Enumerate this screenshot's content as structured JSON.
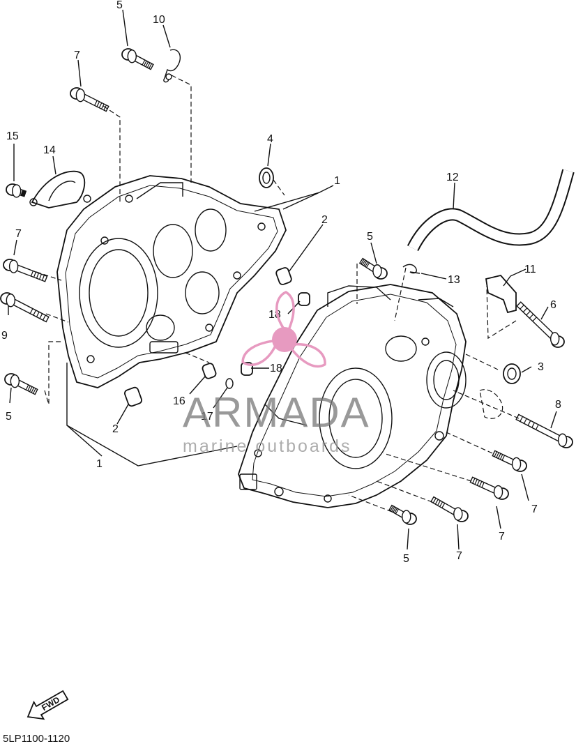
{
  "document_code": "5LP1100-1120",
  "watermark": {
    "brand": "ARMADA",
    "tagline": "marine outboards",
    "logo_icon": "propeller-icon",
    "brand_color": "#e79ac0"
  },
  "fwd_arrow": {
    "label": "FWD",
    "icon": "fwd-arrow-icon"
  },
  "callouts": [
    {
      "id": "c5-top",
      "text": "5"
    },
    {
      "id": "c10",
      "text": "10"
    },
    {
      "id": "c7-top",
      "text": "7"
    },
    {
      "id": "c15",
      "text": "15"
    },
    {
      "id": "c14",
      "text": "14"
    },
    {
      "id": "c4",
      "text": "4"
    },
    {
      "id": "c1-top",
      "text": "1"
    },
    {
      "id": "c12",
      "text": "12"
    },
    {
      "id": "c2-right",
      "text": "2"
    },
    {
      "id": "c7-left",
      "text": "7"
    },
    {
      "id": "c5-mid",
      "text": "5"
    },
    {
      "id": "c13",
      "text": "13"
    },
    {
      "id": "c11",
      "text": "11"
    },
    {
      "id": "c18-top",
      "text": "18"
    },
    {
      "id": "c6",
      "text": "6"
    },
    {
      "id": "c9",
      "text": "9"
    },
    {
      "id": "c18-bottom",
      "text": "18"
    },
    {
      "id": "c3",
      "text": "3"
    },
    {
      "id": "c5-left",
      "text": "5"
    },
    {
      "id": "c16",
      "text": "16"
    },
    {
      "id": "c17",
      "text": "17"
    },
    {
      "id": "c8",
      "text": "8"
    },
    {
      "id": "c2-left",
      "text": "2"
    },
    {
      "id": "c1-bottom",
      "text": "1"
    },
    {
      "id": "c7-r1",
      "text": "7"
    },
    {
      "id": "c7-r2",
      "text": "7"
    },
    {
      "id": "c5-bottom",
      "text": "5"
    },
    {
      "id": "c7-r3",
      "text": "7"
    }
  ]
}
